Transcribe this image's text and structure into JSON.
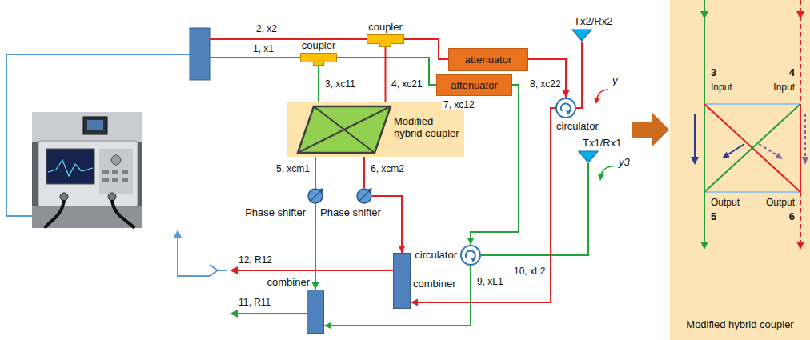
{
  "diagram": {
    "nodes": [
      {
        "text": [
          "coupler"
        ]
      },
      {
        "text": [
          "coupler"
        ]
      },
      {
        "text": [
          "attenuator"
        ]
      },
      {
        "text": [
          "attenuator"
        ]
      },
      {
        "text": [
          "Tx2/Rx2"
        ]
      },
      {
        "text": [
          "circulator"
        ]
      },
      {
        "text": [
          "Modified hybrid coupler"
        ]
      },
      {
        "text": [
          "Tx1/Rx1"
        ]
      },
      {
        "text": [
          "Phase shifter"
        ]
      },
      {
        "text": [
          "Phase shifter"
        ]
      },
      {
        "text": [
          "circulator"
        ]
      },
      {
        "text": [
          "combiner"
        ]
      },
      {
        "text": [
          "combiner"
        ]
      },
      {
        "text": [
          "Modified hybrid coupler"
        ]
      }
    ],
    "edges": [
      {
        "from": 0,
        "to": 2,
        "arrow": "none"
      },
      {
        "from": 1,
        "to": 3,
        "arrow": "none"
      },
      {
        "from": 1,
        "to": 6,
        "label": "3, xc11",
        "arrow": "none"
      },
      {
        "from": 0,
        "to": 6,
        "label": "4, xc21",
        "arrow": "none"
      },
      {
        "from": 6,
        "to": 8,
        "label": "5, xcm1",
        "arrow": "none"
      },
      {
        "from": 6,
        "to": 9,
        "label": "6, xcm2",
        "arrow": "none"
      },
      {
        "from": 3,
        "to": 10,
        "label": "7, xc12",
        "arrow": "to"
      },
      {
        "from": 2,
        "to": 5,
        "label": "8, xc22",
        "arrow": "to"
      },
      {
        "from": 5,
        "to": 4,
        "arrow": "none"
      },
      {
        "from": 10,
        "to": 7,
        "arrow": "none"
      },
      {
        "from": 10,
        "to": 12,
        "label": "9, xL1",
        "arrow": "to"
      },
      {
        "from": 5,
        "to": 11,
        "label": "10, xL2",
        "arrow": "to"
      },
      {
        "from": 8,
        "to": 12,
        "arrow": "to"
      },
      {
        "from": 9,
        "to": 11,
        "arrow": "to"
      }
    ],
    "labels": [
      "2, x2",
      "1, x1",
      "y",
      "y3",
      "12, R12",
      "11, R11",
      "3",
      "4",
      "Input",
      "Input",
      "Output",
      "Output",
      "5",
      "6"
    ]
  }
}
